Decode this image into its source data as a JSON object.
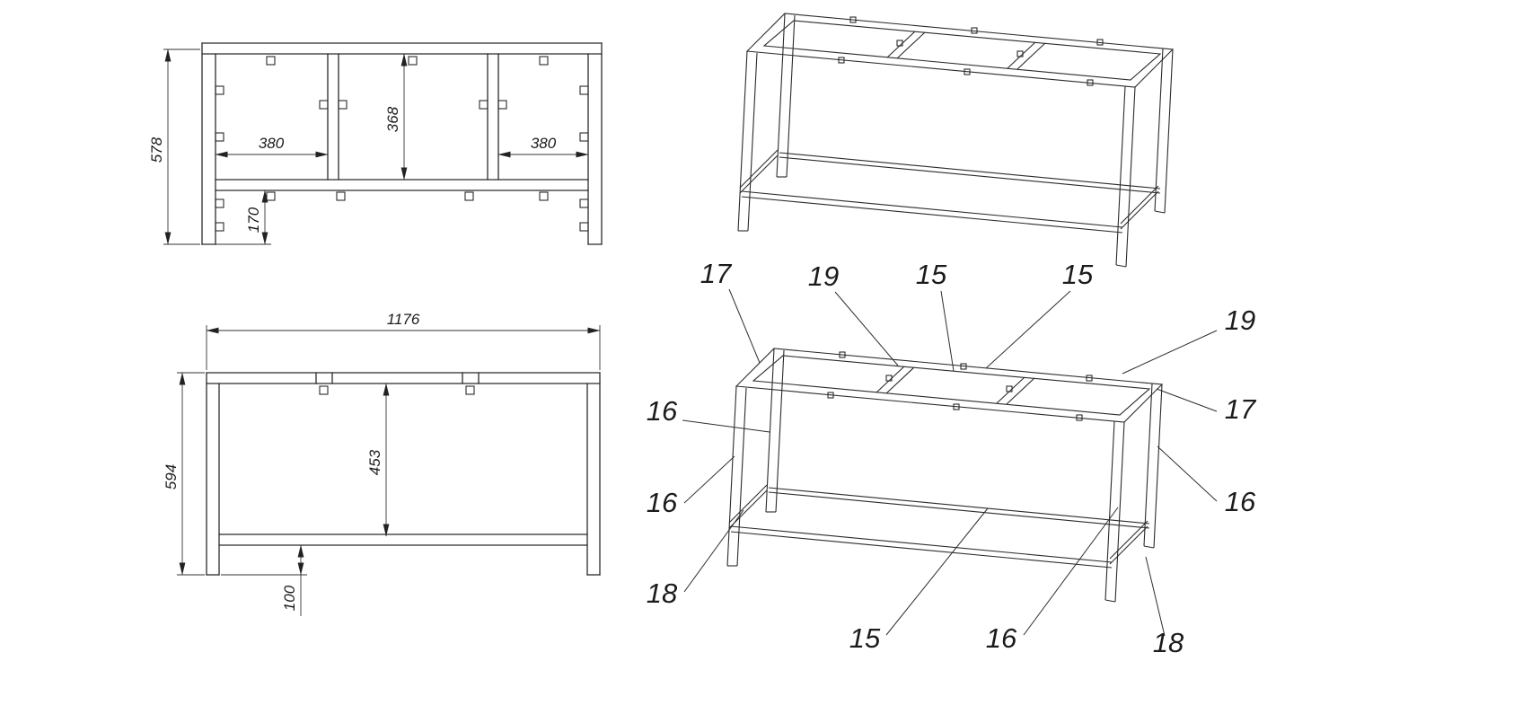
{
  "colors": {
    "background": "#ffffff",
    "line": "#2b2b2b",
    "dimension_line": "#333333",
    "text": "#1b1b1b"
  },
  "front_view": {
    "description": "frame front orthographic view",
    "dims": {
      "overall_height": "578",
      "left_bay_width": "380",
      "bay_inner_height": "368",
      "right_bay_width": "380",
      "lower_rail_offset": "170"
    }
  },
  "side_view": {
    "description": "frame side orthographic view",
    "dims": {
      "overall_width": "1176",
      "overall_height": "594",
      "inner_height": "453",
      "foot_offset": "100"
    }
  },
  "annotated_view": {
    "description": "isometric view with part callouts",
    "callouts": [
      {
        "label": "17"
      },
      {
        "label": "19"
      },
      {
        "label": "15"
      },
      {
        "label": "15"
      },
      {
        "label": "19"
      },
      {
        "label": "17"
      },
      {
        "label": "16"
      },
      {
        "label": "16"
      },
      {
        "label": "16"
      },
      {
        "label": "18"
      },
      {
        "label": "15"
      },
      {
        "label": "16"
      },
      {
        "label": "18"
      }
    ]
  }
}
